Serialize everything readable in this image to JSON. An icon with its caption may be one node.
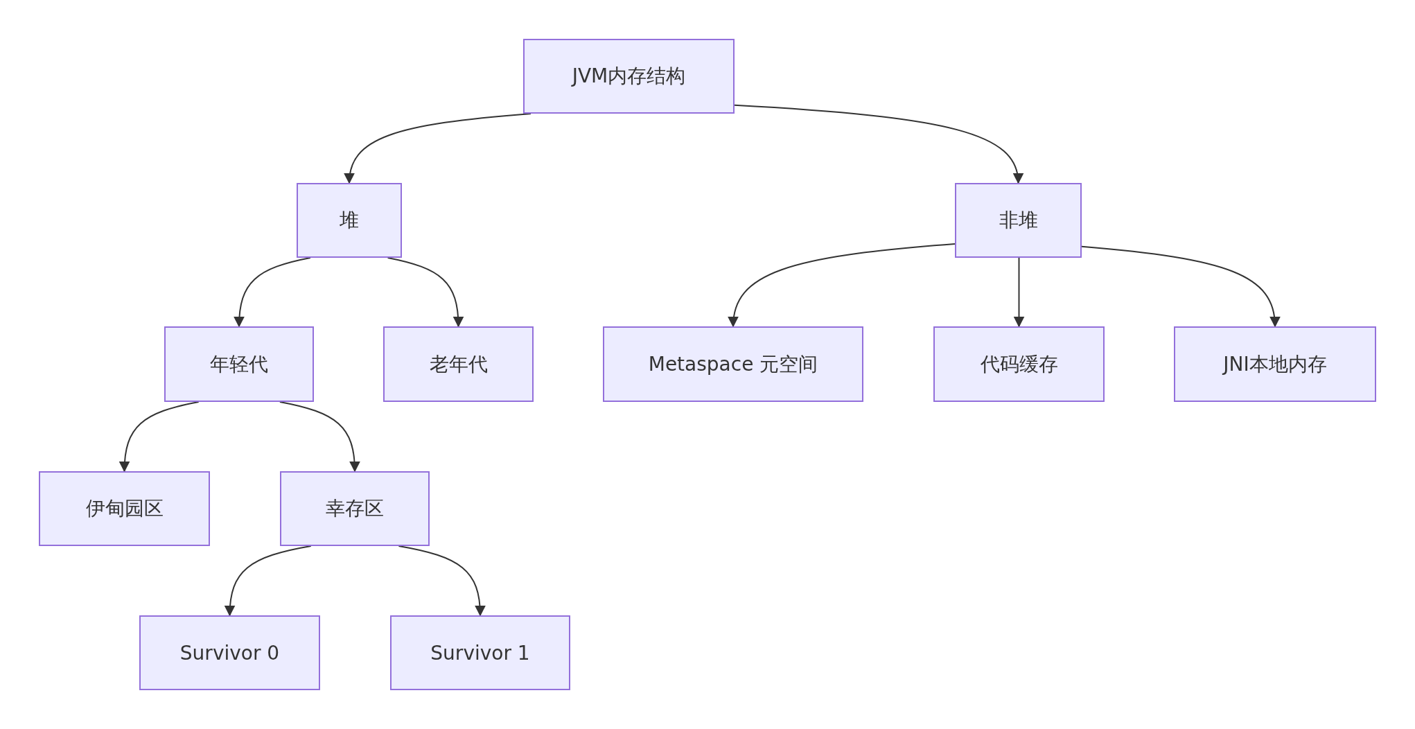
{
  "diagram": {
    "nodes": [
      {
        "text": [
          "JVM内存结构"
        ]
      },
      {
        "text": [
          "堆"
        ]
      },
      {
        "text": [
          "非堆"
        ]
      },
      {
        "text": [
          "年轻代"
        ]
      },
      {
        "text": [
          "老年代"
        ]
      },
      {
        "text": [
          "Metaspace 元空间"
        ]
      },
      {
        "text": [
          "代码缓存"
        ]
      },
      {
        "text": [
          "JNI本地内存"
        ]
      },
      {
        "text": [
          "伊甸园区"
        ]
      },
      {
        "text": [
          "幸存区"
        ]
      },
      {
        "text": [
          "Survivor 0"
        ]
      },
      {
        "text": [
          "Survivor 1"
        ]
      }
    ],
    "edges": [
      {
        "from": 0,
        "to": 1,
        "arrow": "to"
      },
      {
        "from": 0,
        "to": 2,
        "arrow": "to"
      },
      {
        "from": 1,
        "to": 3,
        "arrow": "to"
      },
      {
        "from": 1,
        "to": 4,
        "arrow": "to"
      },
      {
        "from": 2,
        "to": 5,
        "arrow": "to"
      },
      {
        "from": 2,
        "to": 6,
        "arrow": "to"
      },
      {
        "from": 2,
        "to": 7,
        "arrow": "to"
      },
      {
        "from": 3,
        "to": 8,
        "arrow": "to"
      },
      {
        "from": 3,
        "to": 9,
        "arrow": "to"
      },
      {
        "from": 9,
        "to": 10,
        "arrow": "to"
      },
      {
        "from": 9,
        "to": 11,
        "arrow": "to"
      }
    ]
  }
}
